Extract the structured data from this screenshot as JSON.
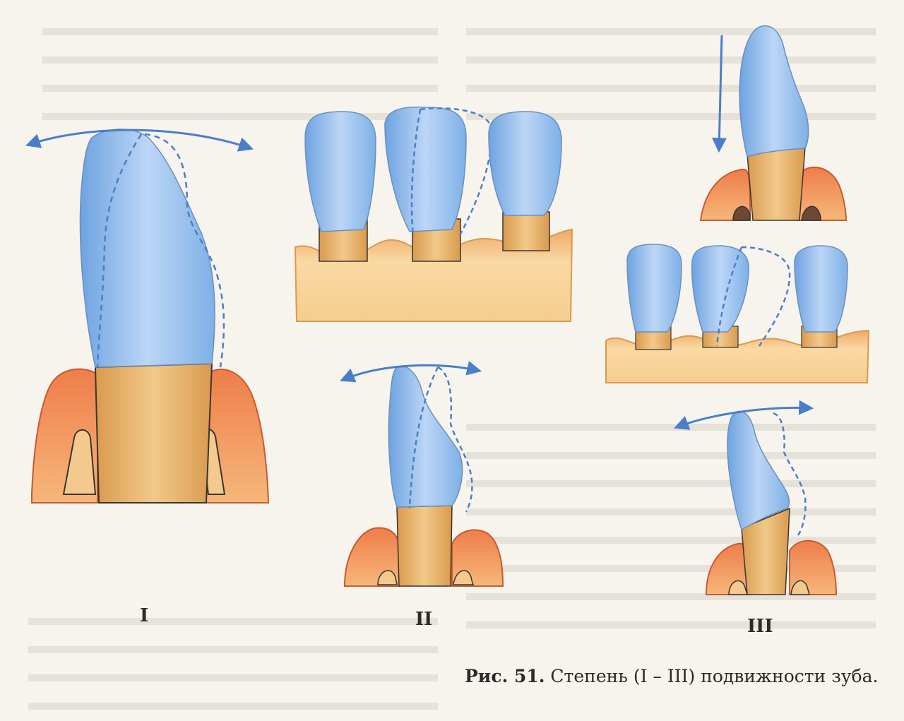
{
  "labels": {
    "fig_i": "I",
    "fig_ii": "II",
    "fig_iii": "III"
  },
  "caption": {
    "figure": "Рис. 51.",
    "text": "Степень (I – III) подвижности зуба."
  },
  "colors": {
    "background": "#f7f4ed",
    "enamel": "#8fb9e8",
    "enamel_light": "#c9defa",
    "root": "#e8b66e",
    "gum": "#e87a4a",
    "gum_light": "#f4c08a",
    "bone": "#f5c98c",
    "bone_edge": "#e5a357",
    "arrow": "#4a7ec9",
    "outline": "#3a3530"
  },
  "icons": {
    "lateral_arrow": "double-headed-curved-arrow",
    "vertical_arrow": "down-arrow"
  }
}
